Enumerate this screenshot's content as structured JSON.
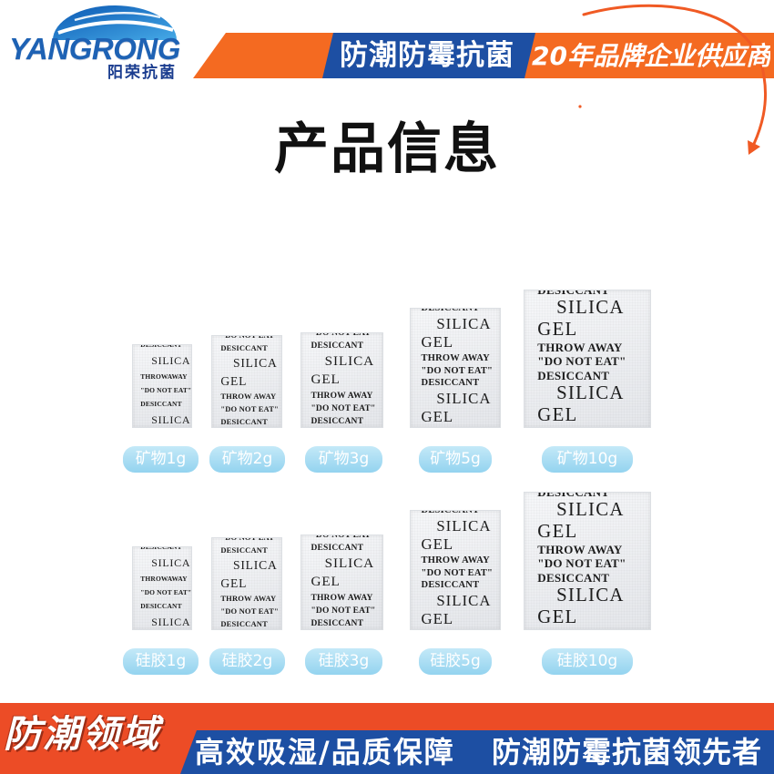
{
  "logo": {
    "wordmark": "YANGRONG",
    "cn_name": "阳荣抗菌"
  },
  "header_banner": {
    "highlight": "防潮防霉抗菌",
    "tagline": "20年品牌企业供应商"
  },
  "title": "产品信息",
  "product_rows": [
    {
      "items": [
        {
          "label": "矿物1g",
          "packet_text": [
            "DESICCANT",
            "SILICA",
            "THROWAWAY",
            "\"DO NOT EAT\"",
            "DESICCANT",
            "SILICA"
          ]
        },
        {
          "label": "矿物2g",
          "packet_text": [
            "\"DO NOT EAT\"",
            "DESICCANT",
            "SILICA",
            "GEL",
            "THROW AWAY",
            "\"DO NOT EAT\"",
            "DESICCANT"
          ]
        },
        {
          "label": "矿物3g",
          "packet_text": [
            "\"DO NOT EAT\"",
            "DESICCANT",
            "SILICA",
            "GEL",
            "THROW AWAY",
            "\"DO NOT EAT\"",
            "DESICCANT"
          ]
        },
        {
          "label": "矿物5g",
          "packet_text": [
            "DESICCANT",
            "SILICA",
            "GEL",
            "THROW AWAY",
            "\"DO NOT EAT\"",
            "DESICCANT",
            "SILICA",
            "GEL"
          ]
        },
        {
          "label": "矿物10g",
          "packet_text": [
            "DESICCANT",
            "SILICA",
            "GEL",
            "THROW AWAY",
            "\"DO NOT EAT\"",
            "DESICCANT",
            "SILICA",
            "GEL"
          ]
        }
      ]
    },
    {
      "items": [
        {
          "label": "硅胶1g",
          "packet_text": [
            "DESICCANT",
            "SILICA",
            "THROWAWAY",
            "\"DO NOT EAT\"",
            "DESICCANT",
            "SILICA"
          ]
        },
        {
          "label": "硅胶2g",
          "packet_text": [
            "\"DO NOT EAT\"",
            "DESICCANT",
            "SILICA",
            "GEL",
            "THROW AWAY",
            "\"DO NOT EAT\"",
            "DESICCANT"
          ]
        },
        {
          "label": "硅胶3g",
          "packet_text": [
            "\"DO NOT EAT\"",
            "DESICCANT",
            "SILICA",
            "GEL",
            "THROW AWAY",
            "\"DO NOT EAT\"",
            "DESICCANT"
          ]
        },
        {
          "label": "硅胶5g",
          "packet_text": [
            "DESICCANT",
            "SILICA",
            "GEL",
            "THROW AWAY",
            "\"DO NOT EAT\"",
            "DESICCANT",
            "SILICA",
            "GEL"
          ]
        },
        {
          "label": "硅胶10g",
          "packet_text": [
            "DESICCANT",
            "SILICA",
            "GEL",
            "THROW AWAY",
            "\"DO NOT EAT\"",
            "DESICCANT",
            "SILICA",
            "GEL"
          ]
        }
      ]
    }
  ],
  "footer": {
    "badge": "防潮领域",
    "slogan_left": "高效吸湿/品质保障",
    "slogan_right": "防潮防霉抗菌领先者"
  },
  "colors": {
    "brand_orange": "#f46a21",
    "brand_blue": "#1d4fa3",
    "logo_blue": "#1e62b4",
    "label_blue_light": "#c4e9f8",
    "label_blue": "#93d3ef",
    "arrow_red": "#f05a24",
    "footer_red": "#ec4c26"
  },
  "icons": {
    "logo": "globe-wave-icon",
    "decoration": "curved-arrow-icon"
  }
}
